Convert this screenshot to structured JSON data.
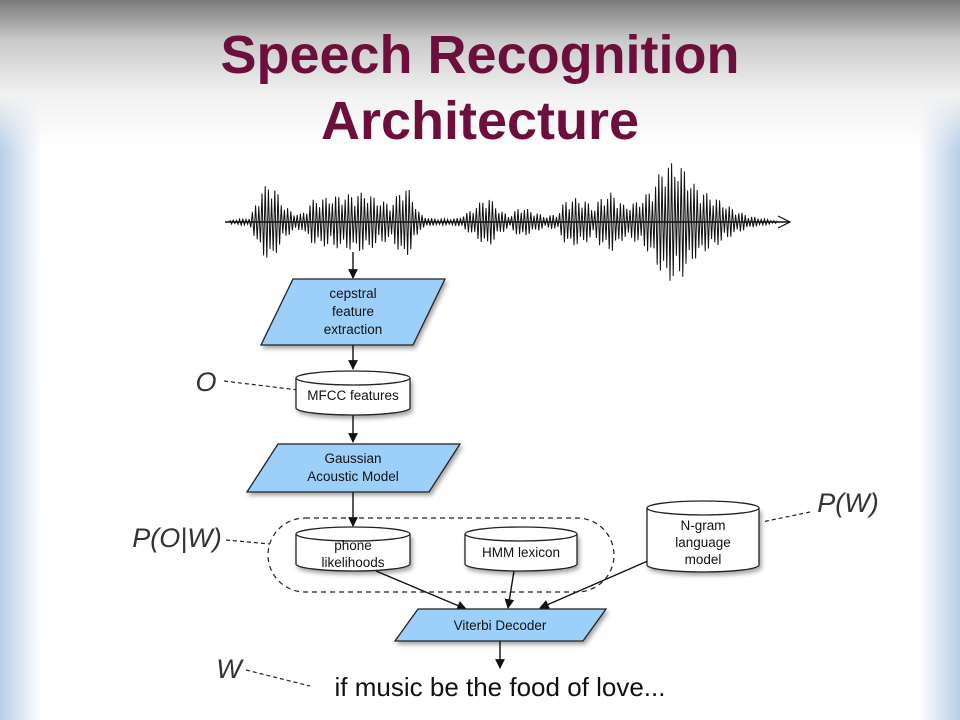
{
  "slide": {
    "title_line_1": "Speech Recognition",
    "title_line_2": "Architecture"
  },
  "diagram": {
    "nodes": {
      "cepstral": [
        "cepstral",
        "feature",
        "extraction"
      ],
      "mfcc": [
        "MFCC features"
      ],
      "gaussian": [
        "Gaussian",
        "Acoustic Model"
      ],
      "phone": [
        "phone",
        "likelihoods"
      ],
      "hmm": [
        "HMM lexicon"
      ],
      "ngram": [
        "N-gram",
        "language",
        "model"
      ],
      "viterbi": [
        "Viterbi Decoder"
      ]
    },
    "variables": {
      "observations": "O",
      "acoustic_likelihood": "P(O|W)",
      "prior": "P(W)",
      "words": "W"
    },
    "output_text": "if music be the food of love...",
    "colors": {
      "title": "#6d0f3c",
      "node_fill": "#9ccffa",
      "outline": "#222222"
    }
  }
}
